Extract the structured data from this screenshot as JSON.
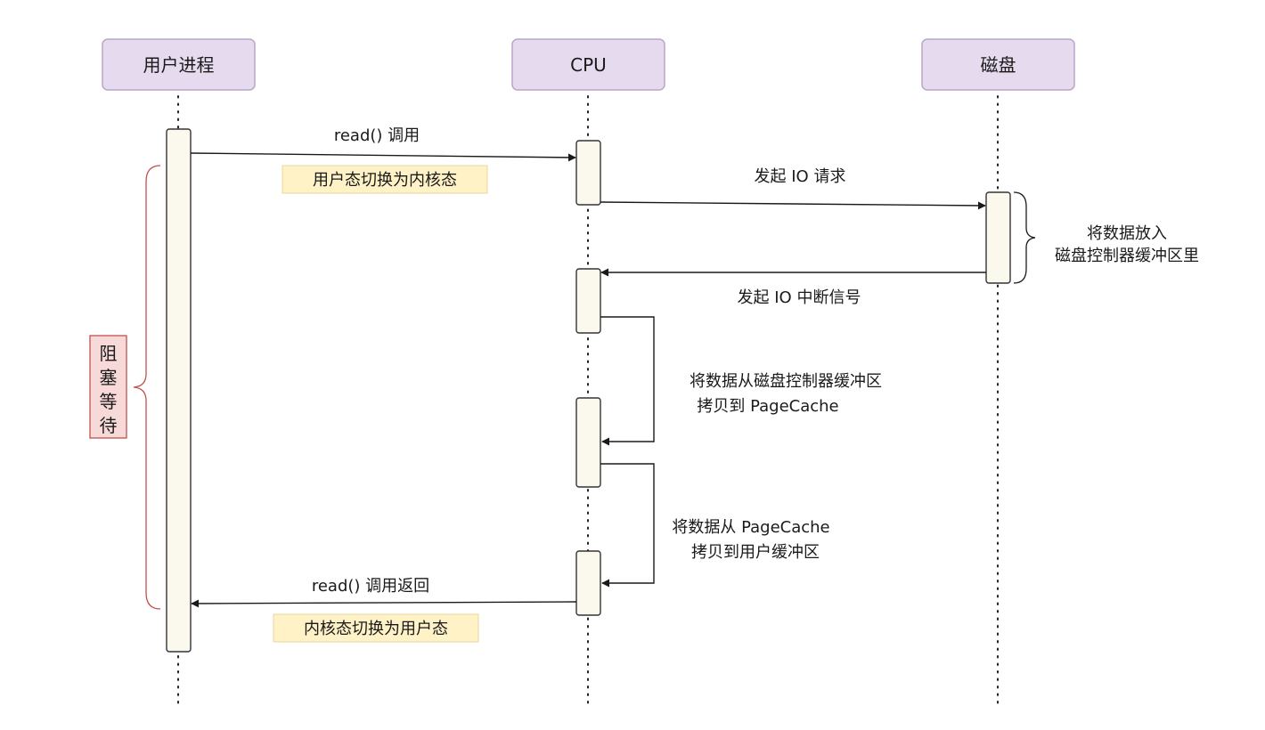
{
  "actors": {
    "user_process": "用户进程",
    "cpu": "CPU",
    "disk": "磁盘"
  },
  "messages": {
    "read_call": "read() 调用",
    "start_io_request": "发起 IO 请求",
    "io_interrupt": "发起 IO 中断信号",
    "read_return": "read() 调用返回"
  },
  "notes": {
    "user_to_kernel": "用户态切换为内核态",
    "kernel_to_user": "内核态切换为用户态"
  },
  "annotations": {
    "disk_buffer": [
      "将数据放入",
      "磁盘控制器缓冲区里"
    ],
    "copy_to_pagecache": [
      "将数据从磁盘控制器缓冲区",
      "拷贝到 PageCache"
    ],
    "copy_to_user": [
      "将数据从 PageCache",
      "拷贝到用户缓冲区"
    ],
    "blocking_wait": [
      "阻",
      "塞",
      "等",
      "待"
    ]
  },
  "colors": {
    "actor_fill": "#e6dbee",
    "activation_fill": "#fbf9ee",
    "note_fill": "#fff2c7",
    "blocking_fill": "#f7d9d9",
    "blocking_stroke": "#c0504d"
  }
}
